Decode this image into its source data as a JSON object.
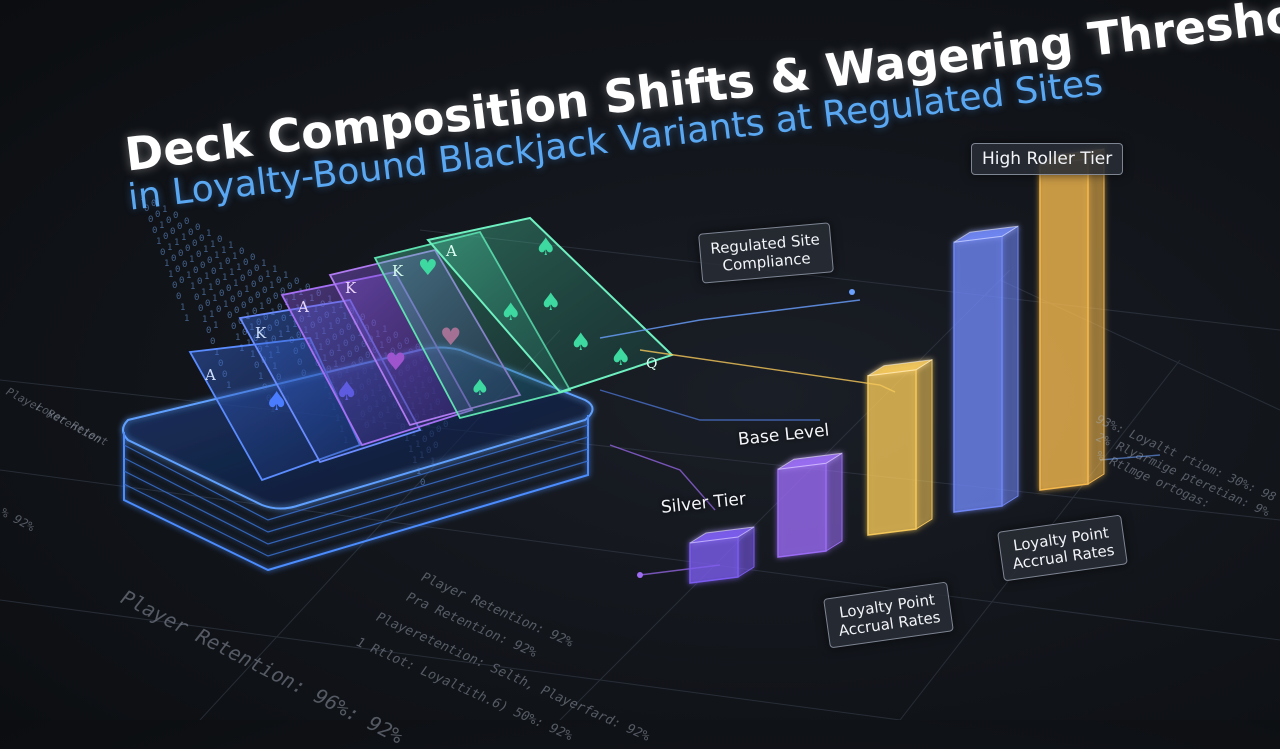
{
  "title": {
    "line1": "Deck Composition Shifts & Wagering Thresholds",
    "line2": "in Loyalty-Bound Blackjack Variants at Regulated Sites"
  },
  "labels": {
    "high_roller": "High Roller Tier",
    "regulated_line1": "Regulated Site",
    "regulated_line2": "Compliance",
    "base_level": "Base Level",
    "silver_tier": "Silver Tier",
    "loyalty_a_line1": "Loyalty Point",
    "loyalty_a_line2": "Accrual Rates",
    "loyalty_b_line1": "Loyalty Point",
    "loyalty_b_line2": "Accrual Rates"
  },
  "floor_text": {
    "t1": "Player Retention: 96%: 92%",
    "t2": "Player Retention: 92%",
    "t3": "Pra Retention: 92%",
    "t4": "Playeretention: Selth, Playerfard: 92%",
    "t5": "1 Rtlot: Loyaltith.6) 50%: 92%",
    "t6": "93%: Loyaltt rtiom: 30%: 98",
    "t7": "2% Rlyarmige pteretian: 9%",
    "t8": "% Rtlmge ortogas:",
    "t9": "Player Retention",
    "t10": "Loyer Retent",
    "t11": "% 92%"
  },
  "cards": {
    "rank_ace": "A",
    "rank_king": "K",
    "rank_queen": "Q"
  },
  "bars": [
    {
      "name": "bar-1",
      "value": 0.12,
      "color": "#7b5cf0"
    },
    {
      "name": "bar-2",
      "value": 0.27,
      "color": "#9a6cf5"
    },
    {
      "name": "bar-3",
      "value": 0.49,
      "color": "#f5c85a"
    },
    {
      "name": "bar-4",
      "value": 0.83,
      "color": "#6f86f5"
    },
    {
      "name": "bar-5",
      "value": 1.0,
      "color": "#f6b94e"
    }
  ],
  "colors": {
    "title_accent": "#5aa7f2",
    "deck_glow": "#4b8cff",
    "card_teal": "#3ed9a0",
    "card_purple": "#a96cf5"
  }
}
